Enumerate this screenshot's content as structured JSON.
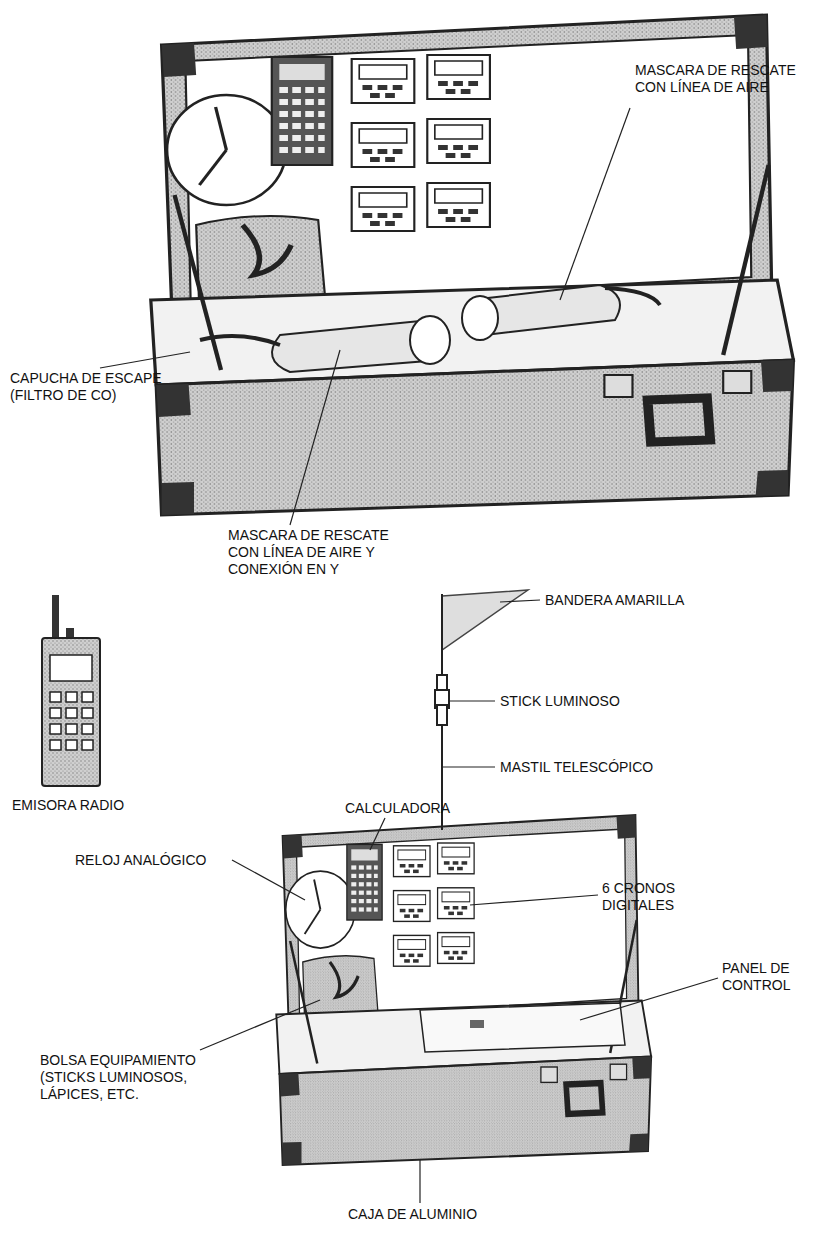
{
  "diagram": {
    "labels": [
      "MASCARA DE RESCATE CON LÍNEA DE AIRE",
      "CAPUCHA DE ESCAPE (FILTRO DE CO)",
      "MASCARA DE RESCATE CON LÍNEA DE AIRE Y CONEXIÓN EN Y",
      "BANDERA AMARILLA",
      "STICK LUMINOSO",
      "MASTIL TELESCÓPICO",
      "EMISORA RADIO",
      "CALCULADORA",
      "RELOJ ANALÓGICO",
      "6 CRONOS DIGITALES",
      "PANEL DE CONTROL",
      "BOLSA EQUIPAMIENTO (STICKS LUMINOSOS, LÁPICES, ETC.",
      "CAJA DE ALUMINIO"
    ]
  }
}
